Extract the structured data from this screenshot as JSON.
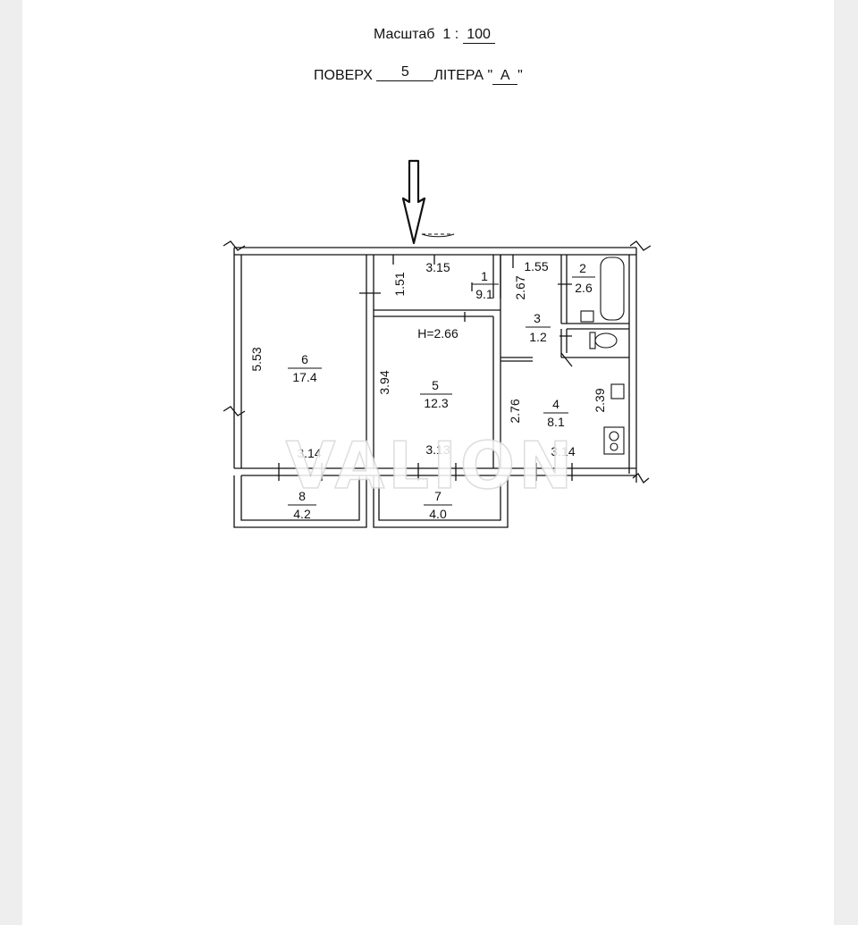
{
  "header": {
    "scale_label": "Масштаб",
    "scale_prefix": "1 :",
    "scale_value": "100",
    "floor_label": "ПОВЕРХ",
    "floor_value": "5",
    "litera_label": "ЛІТЕРА \"",
    "litera_value": "А",
    "litera_close": "\""
  },
  "ceiling_height": "H=2.66",
  "watermark": "VALION",
  "rooms": [
    {
      "id": "1",
      "area": "9.1"
    },
    {
      "id": "2",
      "area": "2.6"
    },
    {
      "id": "3",
      "area": "1.2"
    },
    {
      "id": "4",
      "area": "8.1"
    },
    {
      "id": "5",
      "area": "12.3"
    },
    {
      "id": "6",
      "area": "17.4"
    },
    {
      "id": "7",
      "area": "4.0"
    },
    {
      "id": "8",
      "area": "4.2"
    }
  ],
  "dimensions": {
    "room1_width": "3.15",
    "room1_depth": "1.51",
    "room1_side": "2.67",
    "room2_width": "1.55",
    "room5_depth": "3.94",
    "room5_width": "3.13",
    "room6_depth": "5.53",
    "room6_width": "3.14",
    "room4_depth": "2.76",
    "room4_side": "2.39",
    "room4_width": "3.14"
  }
}
